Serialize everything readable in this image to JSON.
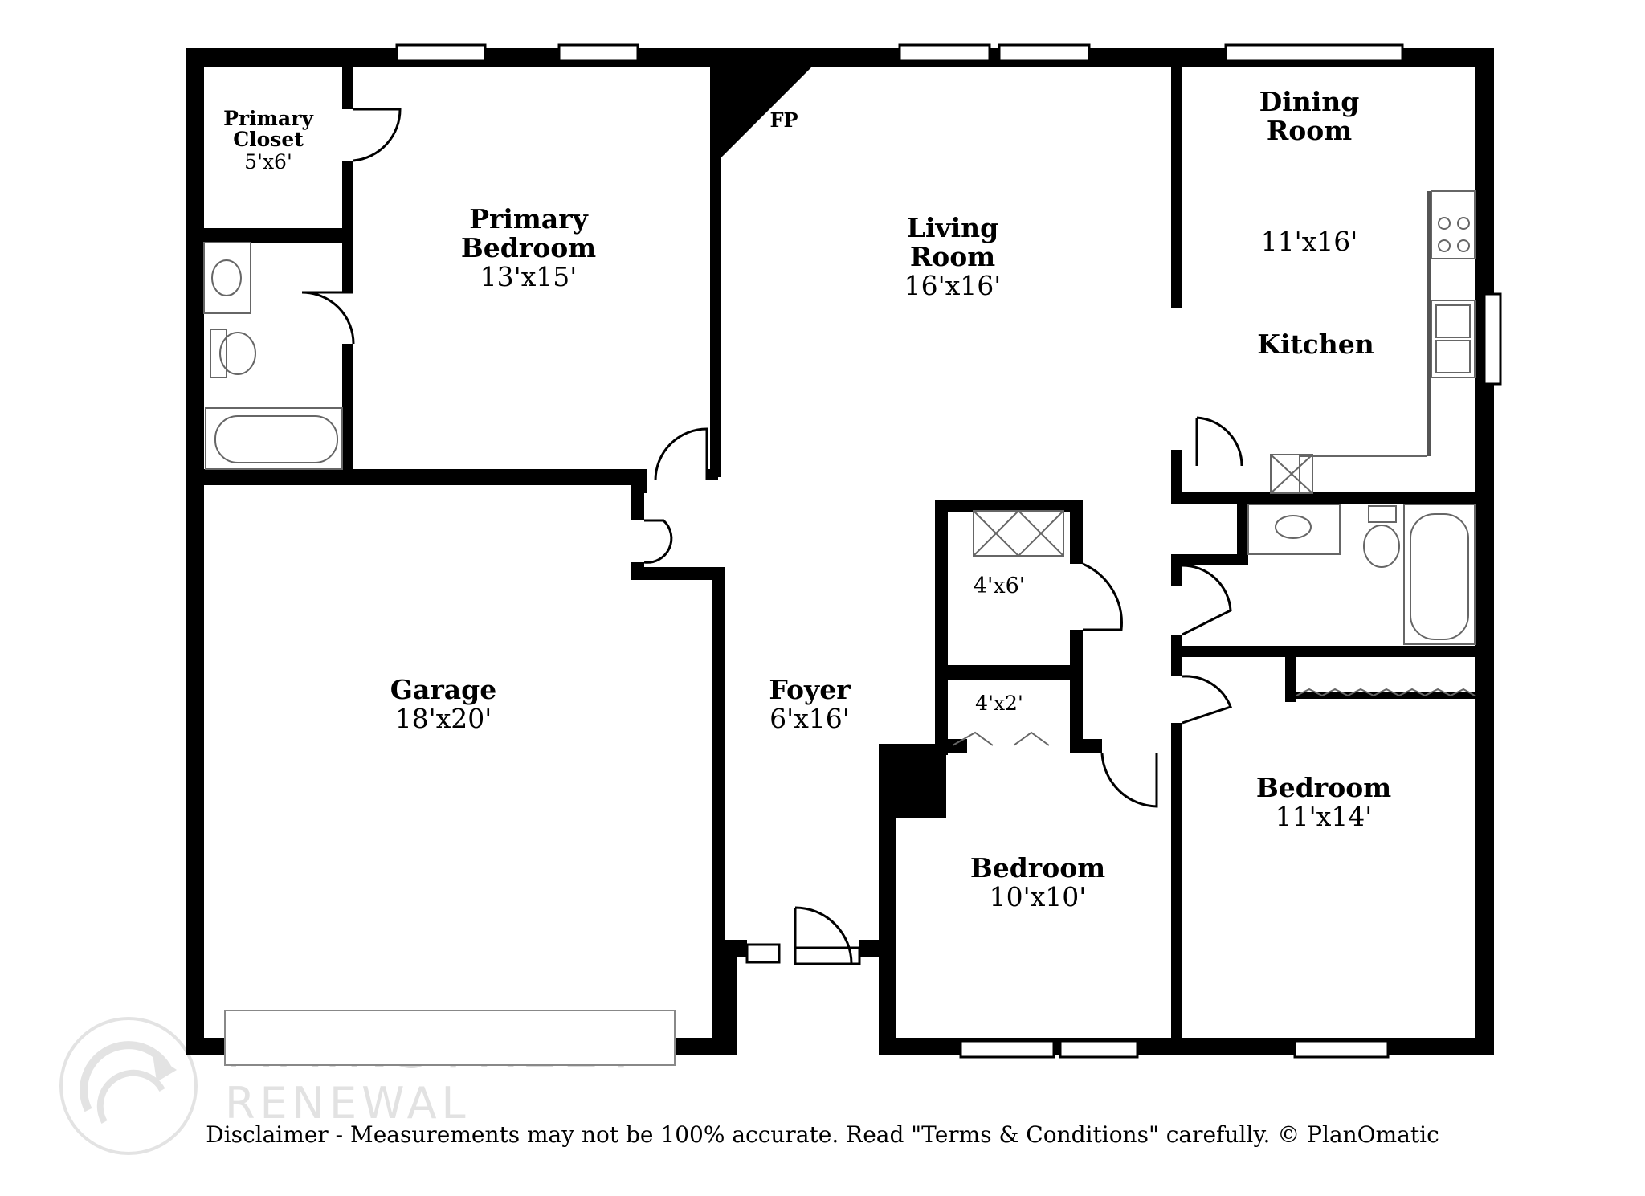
{
  "rooms": {
    "primary_closet": {
      "name_line1": "Primary",
      "name_line2": "Closet",
      "size": "5'x6'"
    },
    "primary_bedroom": {
      "name_line1": "Primary",
      "name_line2": "Bedroom",
      "size": "13'x15'"
    },
    "fireplace": {
      "label": "FP"
    },
    "living_room": {
      "name_line1": "Living",
      "name_line2": "Room",
      "size": "16'x16'"
    },
    "dining_room": {
      "name_line1": "Dining",
      "name_line2": "Room",
      "size": "11'x16'"
    },
    "kitchen": {
      "name": "Kitchen"
    },
    "closet_a": {
      "size": "4'x6'"
    },
    "closet_b": {
      "size": "4'x2'"
    },
    "garage": {
      "name": "Garage",
      "size": "18'x20'"
    },
    "foyer": {
      "name": "Foyer",
      "size": "6'x16'"
    },
    "bedroom_2": {
      "name": "Bedroom",
      "size": "10'x10'"
    },
    "bedroom_3": {
      "name": "Bedroom",
      "size": "11'x14'"
    }
  },
  "watermark": {
    "line1": "MAINSTREET",
    "line2": "RENEWAL"
  },
  "disclaimer": "Disclaimer - Measurements may not be 100% accurate. Read \"Terms & Conditions\" carefully. © PlanOmatic",
  "colors": {
    "wall": "#000000",
    "background": "#ffffff",
    "fixture": "#555555",
    "watermark": "#d9d9d9"
  }
}
